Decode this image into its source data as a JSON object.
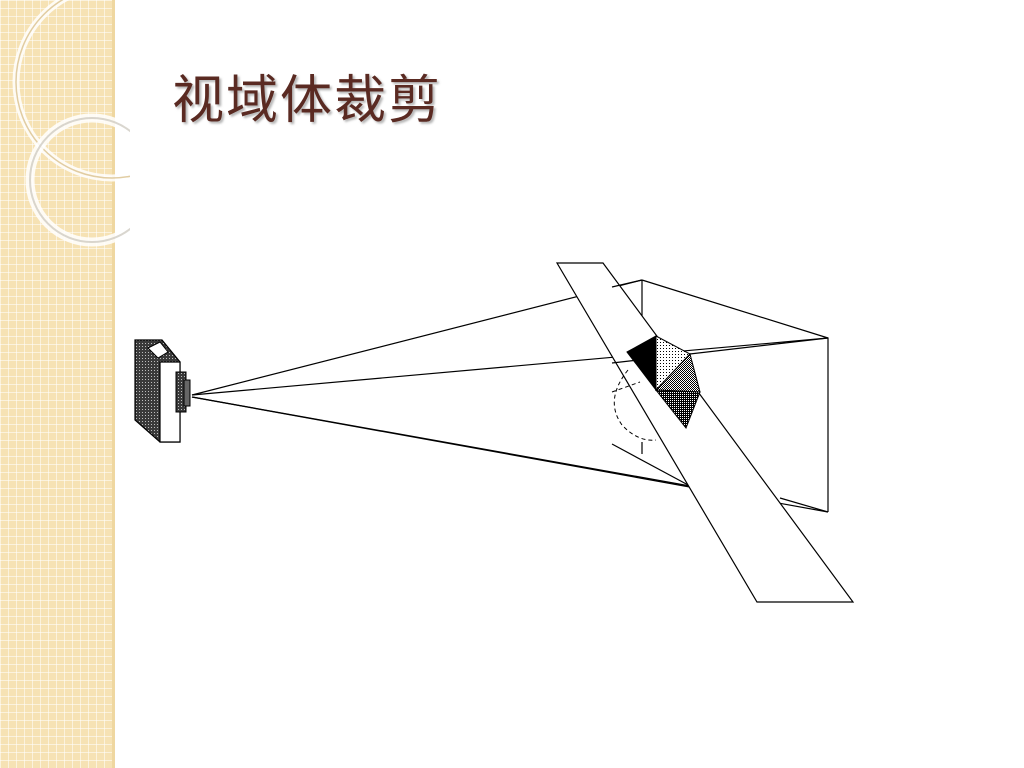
{
  "slide": {
    "title": "视域体裁剪"
  },
  "colors": {
    "title": "#5a2a22",
    "side_band": "#f6e2b4",
    "line": "#000000"
  },
  "diagram": {
    "elements": [
      "camera",
      "view-frustum",
      "clipping-plane",
      "object-pyramid"
    ]
  }
}
